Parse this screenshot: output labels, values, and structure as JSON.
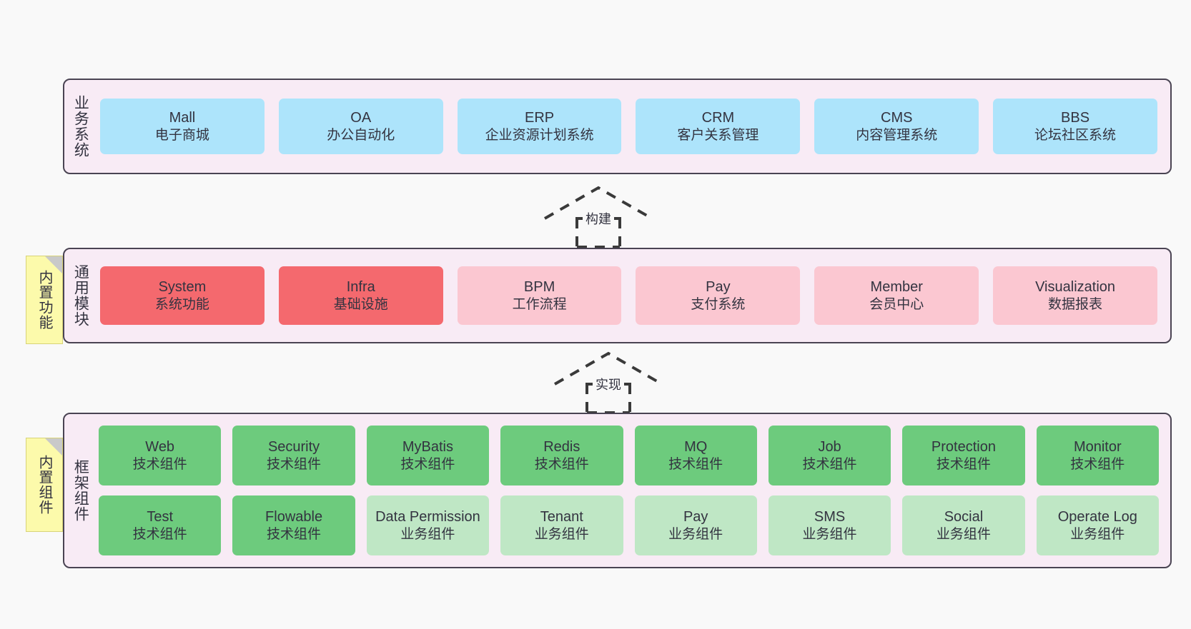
{
  "diagram": {
    "background_color": "#f9f9f9",
    "panel_bg": "#f8ebf5",
    "panel_border": "#4a4453",
    "note_bg": "#fcfaab"
  },
  "layers": [
    {
      "id": "business",
      "title": "业务系统",
      "note": null,
      "rows": [
        {
          "cards": [
            {
              "en": "Mall",
              "cn": "电子商城",
              "color": "#ade4fb",
              "style": "blue"
            },
            {
              "en": "OA",
              "cn": "办公自动化",
              "color": "#ade4fb",
              "style": "blue"
            },
            {
              "en": "ERP",
              "cn": "企业资源计划系统",
              "color": "#ade4fb",
              "style": "blue"
            },
            {
              "en": "CRM",
              "cn": "客户关系管理",
              "color": "#ade4fb",
              "style": "blue"
            },
            {
              "en": "CMS",
              "cn": "内容管理系统",
              "color": "#ade4fb",
              "style": "blue"
            },
            {
              "en": "BBS",
              "cn": "论坛社区系统",
              "color": "#ade4fb",
              "style": "blue"
            }
          ]
        }
      ]
    },
    {
      "id": "common",
      "title": "通用模块",
      "note": "内置功能",
      "rows": [
        {
          "cards": [
            {
              "en": "System",
              "cn": "系统功能",
              "color": "#f4696e",
              "style": "red"
            },
            {
              "en": "Infra",
              "cn": "基础设施",
              "color": "#f4696e",
              "style": "red"
            },
            {
              "en": "BPM",
              "cn": "工作流程",
              "color": "#fbc7d1",
              "style": "pink"
            },
            {
              "en": "Pay",
              "cn": "支付系统",
              "color": "#fbc7d1",
              "style": "pink"
            },
            {
              "en": "Member",
              "cn": "会员中心",
              "color": "#fbc7d1",
              "style": "pink"
            },
            {
              "en": "Visualization",
              "cn": "数据报表",
              "color": "#fbc7d1",
              "style": "pink"
            }
          ]
        }
      ]
    },
    {
      "id": "framework",
      "title": "框架组件",
      "note": "内置组件",
      "rows": [
        {
          "cards": [
            {
              "en": "Web",
              "cn": "技术组件",
              "color": "#6dcb7d",
              "style": "green"
            },
            {
              "en": "Security",
              "cn": "技术组件",
              "color": "#6dcb7d",
              "style": "green"
            },
            {
              "en": "MyBatis",
              "cn": "技术组件",
              "color": "#6dcb7d",
              "style": "green"
            },
            {
              "en": "Redis",
              "cn": "技术组件",
              "color": "#6dcb7d",
              "style": "green"
            },
            {
              "en": "MQ",
              "cn": "技术组件",
              "color": "#6dcb7d",
              "style": "green"
            },
            {
              "en": "Job",
              "cn": "技术组件",
              "color": "#6dcb7d",
              "style": "green"
            },
            {
              "en": "Protection",
              "cn": "技术组件",
              "color": "#6dcb7d",
              "style": "green"
            },
            {
              "en": "Monitor",
              "cn": "技术组件",
              "color": "#6dcb7d",
              "style": "green"
            }
          ]
        },
        {
          "cards": [
            {
              "en": "Test",
              "cn": "技术组件",
              "color": "#6dcb7d",
              "style": "green"
            },
            {
              "en": "Flowable",
              "cn": "技术组件",
              "color": "#6dcb7d",
              "style": "green"
            },
            {
              "en": "Data Permission",
              "cn": "业务组件",
              "color": "#bfe7c5",
              "style": "lightgreen"
            },
            {
              "en": "Tenant",
              "cn": "业务组件",
              "color": "#bfe7c5",
              "style": "lightgreen"
            },
            {
              "en": "Pay",
              "cn": "业务组件",
              "color": "#bfe7c5",
              "style": "lightgreen"
            },
            {
              "en": "SMS",
              "cn": "业务组件",
              "color": "#bfe7c5",
              "style": "lightgreen"
            },
            {
              "en": "Social",
              "cn": "业务组件",
              "color": "#bfe7c5",
              "style": "lightgreen"
            },
            {
              "en": "Operate Log",
              "cn": "业务组件",
              "color": "#bfe7c5",
              "style": "lightgreen"
            }
          ]
        }
      ]
    }
  ],
  "connectors": [
    {
      "id": "build",
      "label": "构建",
      "from": "common",
      "to": "business",
      "style": "dashed-generalization"
    },
    {
      "id": "implement",
      "label": "实现",
      "from": "framework",
      "to": "common",
      "style": "dashed-generalization"
    }
  ]
}
